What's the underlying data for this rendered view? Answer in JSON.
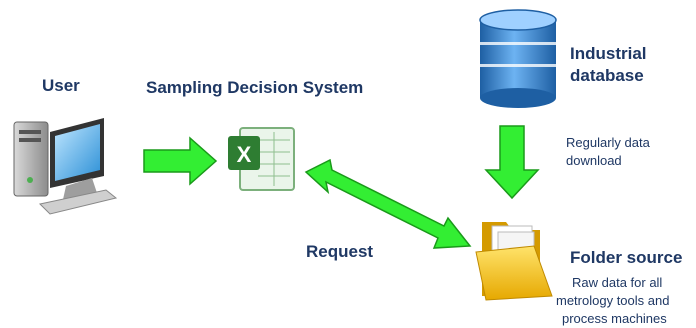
{
  "labels": {
    "user": "User",
    "system": "Sampling Decision System",
    "database_line1": "Industrial",
    "database_line2": "database",
    "download_line1": "Regularly data",
    "download_line2": "download",
    "request": "Request",
    "folder_title": "Folder source",
    "folder_desc_line1": "Raw data for all",
    "folder_desc_line2": "metrology tools and",
    "folder_desc_line3": "process machines"
  },
  "icons": {
    "computer": "desktop-computer-icon",
    "spreadsheet": "excel-spreadsheet-icon",
    "database": "database-cylinder-icon",
    "folder": "open-folder-icon"
  },
  "colors": {
    "label_text": "#1f3864",
    "arrow_fill": "#33ee33",
    "arrow_stroke": "#1a9a1a",
    "database_blue": "#3d85c6",
    "folder_yellow": "#f5c518",
    "excel_green": "#2e7d32"
  }
}
